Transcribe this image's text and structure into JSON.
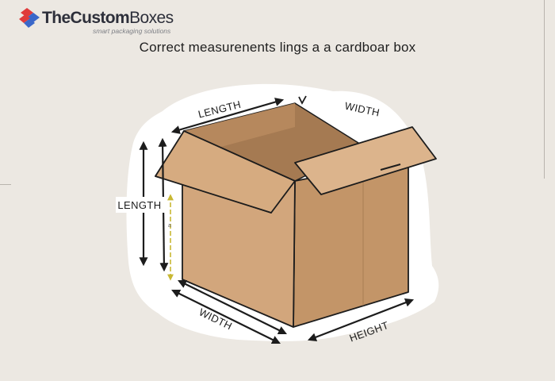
{
  "brand": {
    "name_bold": "TheCustom",
    "name_light": "Boxes",
    "tagline": "smart packaging solutions"
  },
  "heading": "Correct measurenents lings a a cardboar box",
  "labels": {
    "top_length": "LENGTH",
    "top_width": "WIDTH",
    "left_length": "LENGTH",
    "bottom_width": "WIDTH",
    "bottom_height": "HEIGHT"
  },
  "colors": {
    "background": "#ece8e2",
    "sticker": "#ffffff",
    "box_front": "#d2a67c",
    "box_right": "#c39568",
    "box_inside": "#a57a52",
    "flap": "#dcb48c",
    "outline": "#1c1c1c",
    "accent_arrow": "#c8b833"
  }
}
